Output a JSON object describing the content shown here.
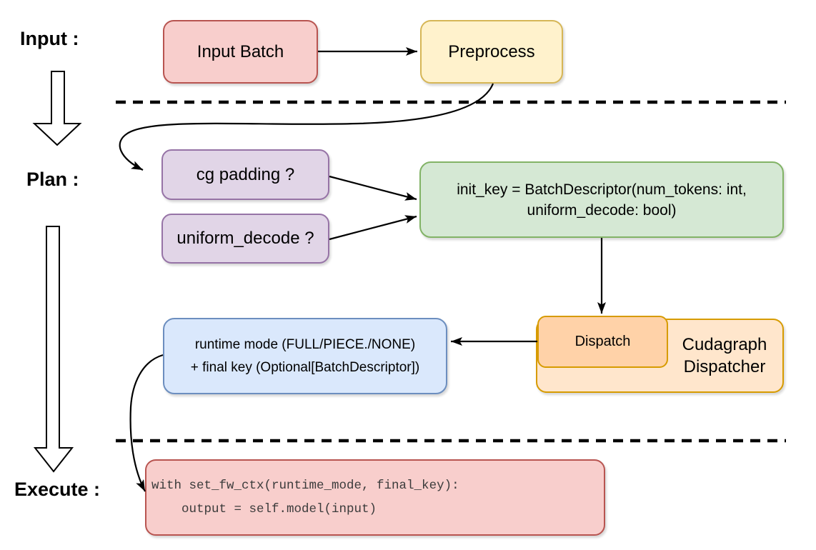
{
  "lanes": {
    "input_label": "Input :",
    "plan_label": "Plan :",
    "execute_label": "Execute :"
  },
  "nodes": {
    "input_batch": {
      "label": "Input Batch"
    },
    "preprocess": {
      "label": "Preprocess"
    },
    "cg_padding": {
      "label": "cg padding ?"
    },
    "uniform_decode": {
      "label": "uniform_decode ?"
    },
    "init_key": {
      "line1": "init_key = BatchDescriptor(num_tokens: int,",
      "line2": "uniform_decode: bool)"
    },
    "runtime": {
      "line1": "runtime mode (FULL/PIECE./NONE)",
      "line2": "+ final key (Optional[BatchDescriptor])"
    },
    "dispatch": {
      "label": "Dispatch"
    },
    "cudagraph_dispatcher": {
      "line1": "Cudagraph",
      "line2": "Dispatcher"
    },
    "execute_code": {
      "line1": "with set_fw_ctx(runtime_mode, final_key):",
      "line2": "    output = self.model(input)"
    }
  },
  "colors": {
    "pink_fill": "#f8cecc",
    "pink_stroke": "#b85450",
    "yellow_fill": "#fff2cc",
    "yellow_stroke": "#d6b656",
    "purple_fill": "#e1d5e7",
    "purple_stroke": "#9673a6",
    "green_fill": "#d5e8d4",
    "green_stroke": "#82b366",
    "blue_fill": "#dae8fc",
    "blue_stroke": "#6c8ebf",
    "orange_fill": "#ffe6cc",
    "orange_dark_fill": "#ffd2a8",
    "orange_stroke": "#d79b00",
    "line": "#000000"
  }
}
